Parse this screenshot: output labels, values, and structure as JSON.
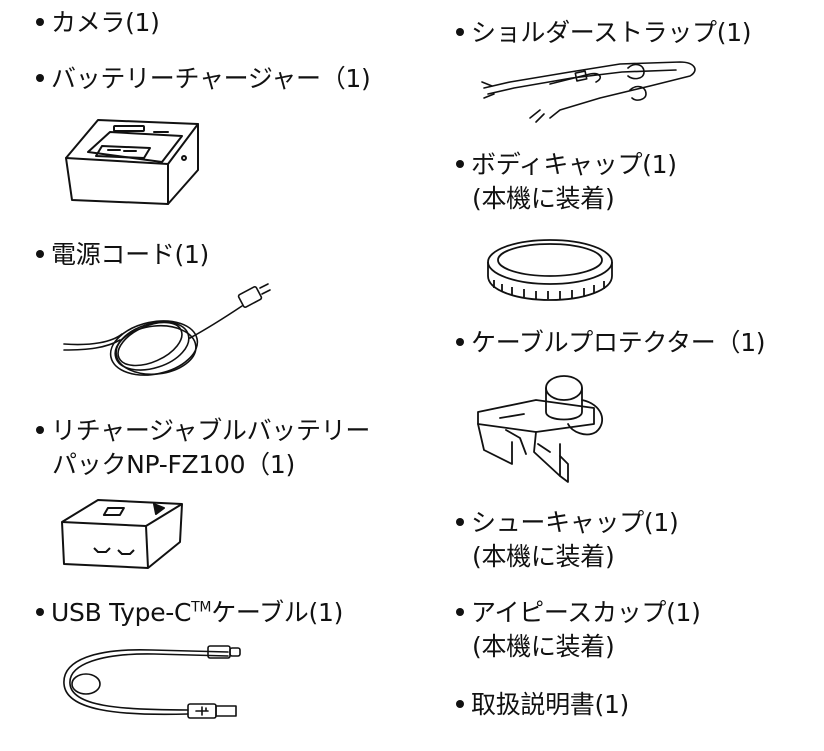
{
  "left_items": [
    {
      "id": "camera",
      "line1": "カメラ(1)"
    },
    {
      "id": "battery-charger",
      "line1": "バッテリーチャージャー（1)"
    },
    {
      "id": "power-cord",
      "line1": "電源コード(1)"
    },
    {
      "id": "rechargeable-battery",
      "line1": "リチャージャブルバッテリー",
      "line2": "パックNP-FZ100（1)"
    },
    {
      "id": "usb-cable",
      "line1_pre": "USB Type-C",
      "line1_tm": "TM",
      "line1_post": "ケーブル(1)"
    }
  ],
  "right_items": [
    {
      "id": "shoulder-strap",
      "line1": "ショルダーストラップ(1)"
    },
    {
      "id": "body-cap",
      "line1": "ボディキャップ(1)",
      "line2": "(本機に装着)"
    },
    {
      "id": "cable-protector",
      "line1": "ケーブルプロテクター（1)"
    },
    {
      "id": "shoe-cap",
      "line1": "シューキャップ(1)",
      "line2": "(本機に装着)"
    },
    {
      "id": "eyepiece-cup",
      "line1": "アイピースカップ(1)",
      "line2": "(本機に装着)"
    },
    {
      "id": "instruction-manual",
      "line1": "取扱説明書(1)"
    }
  ],
  "icons": {
    "battery-charger": "battery-charger-icon",
    "power-cord": "power-cord-icon",
    "rechargeable-battery": "battery-pack-icon",
    "usb-cable": "usb-cable-icon",
    "shoulder-strap": "shoulder-strap-icon",
    "body-cap": "body-cap-icon",
    "cable-protector": "cable-protector-icon"
  },
  "colors": {
    "ink": "#111111",
    "background": "#ffffff"
  }
}
